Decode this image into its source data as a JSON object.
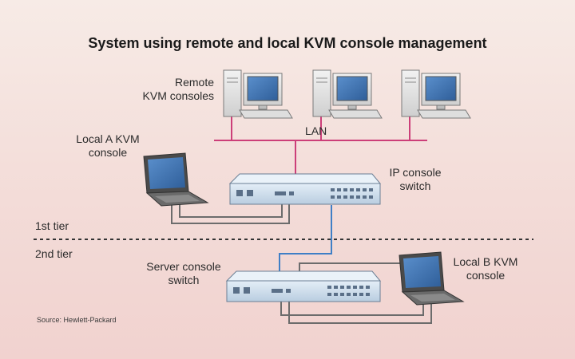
{
  "title": "System using remote and local KVM console management",
  "labels": {
    "remote_consoles_line1": "Remote",
    "remote_consoles_line2": "KVM consoles",
    "lan": "LAN",
    "local_a_line1": "Local A KVM",
    "local_a_line2": "console",
    "ip_switch_line1": "IP console",
    "ip_switch_line2": "switch",
    "tier1": "1st tier",
    "tier2": "2nd tier",
    "server_switch_line1": "Server console",
    "server_switch_line2": "switch",
    "local_b_line1": "Local B KVM",
    "local_b_line2": "console",
    "source": "Source: Hewlett-Packard"
  },
  "colors": {
    "lan_cable": "#cc3f79",
    "uplink_cable": "#3f7fc6",
    "local_cable": "#6c6c6c",
    "switch_body": "#cfe0ee",
    "screen": "#3f73b0"
  }
}
